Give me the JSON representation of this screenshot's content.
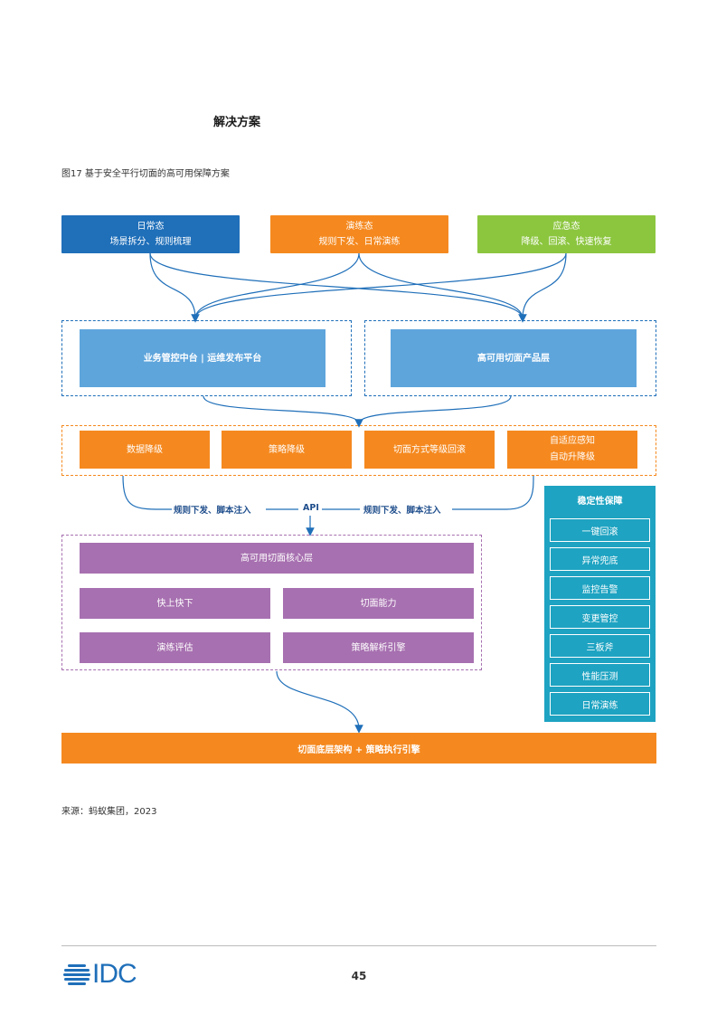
{
  "section": {
    "title": "解决方案"
  },
  "figure": {
    "caption": "图17 基于安全平行切面的高可用保障方案"
  },
  "states": {
    "daily": {
      "title": "日常态",
      "desc": "场景拆分、规则梳理"
    },
    "drill": {
      "title": "演练态",
      "desc": "规则下发、日常演练"
    },
    "emergency": {
      "title": "应急态",
      "desc": "降级、回滚、快速恢复"
    }
  },
  "platforms": {
    "left": "业务管控中台 | 运维发布平台",
    "right": "高可用切面产品层"
  },
  "degrade": {
    "items": [
      "数据降级",
      "策略降级",
      "切面方式等级回滚"
    ],
    "adaptive_line1": "自适应感知",
    "adaptive_line2": "自动升降级"
  },
  "labels": {
    "left_flow": "规则下发、脚本注入",
    "api": "API",
    "right_flow": "规则下发、脚本注入"
  },
  "core": {
    "title": "高可用切面核心层",
    "items": [
      "快上快下",
      "切面能力",
      "演练评估",
      "策略解析引擎"
    ]
  },
  "stability": {
    "title": "稳定性保障",
    "items": [
      "一键回滚",
      "异常兜底",
      "监控告警",
      "变更管控",
      "三板斧",
      "性能压测",
      "日常演练"
    ]
  },
  "bottom": {
    "label": "切面底层架构 + 策略执行引擎"
  },
  "source": "来源：蚂蚁集团，2023",
  "footer": {
    "logo_text": "IDC",
    "page_number": "45"
  },
  "colors": {
    "blue": "#1f6fb9",
    "orange": "#f5891f",
    "green": "#8cc63f",
    "light_blue": "#5ea5dc",
    "purple": "#a770b0",
    "teal": "#1ea3c2"
  }
}
